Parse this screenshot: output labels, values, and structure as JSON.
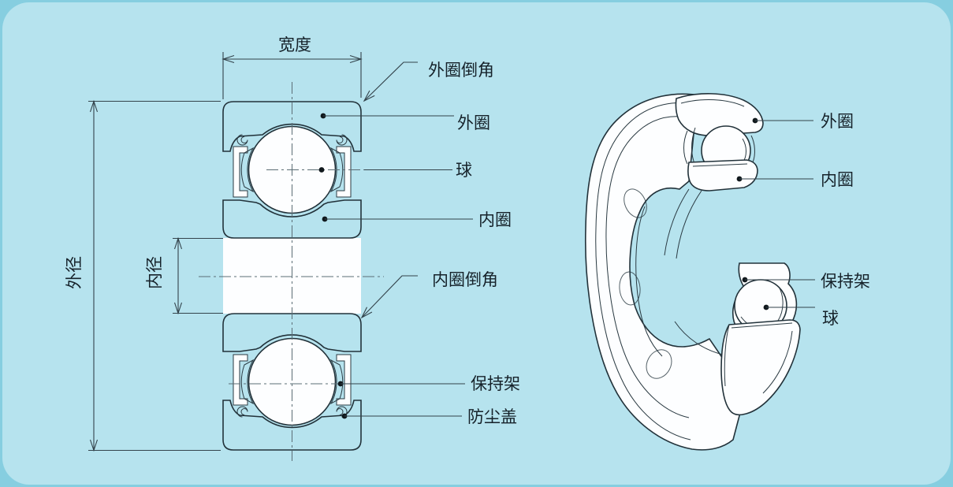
{
  "diagram": {
    "title": "ball-bearing-structure-diagram",
    "section_view": {
      "dim_width": "宽度",
      "dim_outer_diameter": "外径",
      "dim_inner_diameter": "内径",
      "labels": {
        "outer_ring_chamfer": "外圈倒角",
        "outer_ring": "外圈",
        "ball": "球",
        "inner_ring": "内圈",
        "inner_ring_chamfer": "内圈倒角",
        "cage": "保持架",
        "shield": "防尘盖"
      }
    },
    "iso_view": {
      "labels": {
        "outer_ring": "外圈",
        "inner_ring": "内圈",
        "cage": "保持架",
        "ball": "球"
      }
    },
    "colors": {
      "background": "#b6e3ee",
      "border": "#86cee0",
      "line": "#22323a",
      "hatch": "#7d8f96",
      "text": "#16222a"
    }
  }
}
